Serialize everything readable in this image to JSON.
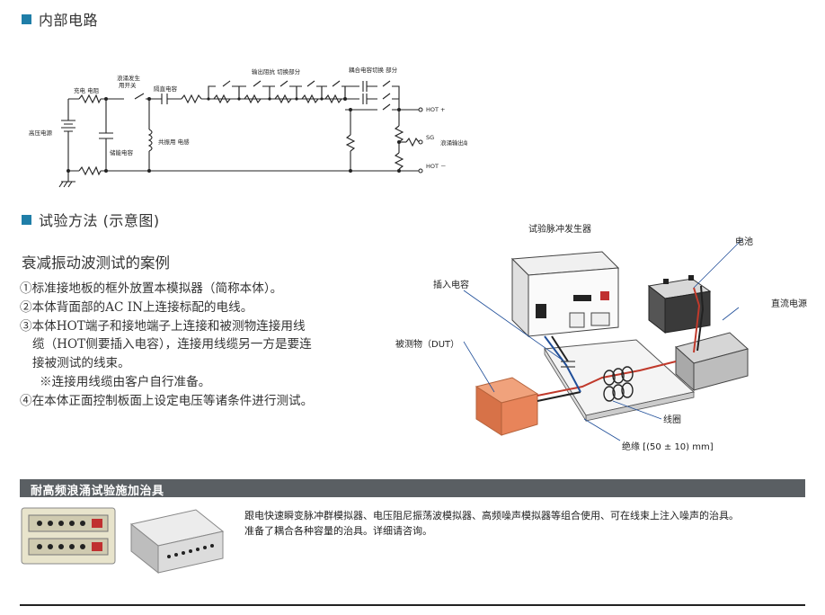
{
  "section1": {
    "title": "内部电路"
  },
  "circuit": {
    "hv_source": "高压电源",
    "charge_resistor": "充电 电阻",
    "surge_switch": "浪涌发生\n用开关",
    "blocking_cap": "隔直电容",
    "output_imp_switch": "输出阻抗 切换部分",
    "coupling_cap_switch": "耦合电容切换 部分",
    "storage_cap": "储能电容",
    "common_inductor": "共振用 电感",
    "hot_plus": "HOT +",
    "sg": "SG",
    "hot_minus": "HOT －",
    "output_terminal": "浪涌输出端"
  },
  "section2": {
    "title": "试验方法 (示意图)"
  },
  "case_title": "衰减振动波测试的案例",
  "steps": [
    "①标准接地板的框外放置本模拟器（简称本体）。",
    "②本体背面部的AC IN上连接标配的电线。",
    "③本体HOT端子和接地端子上连接和被测物连接用线",
    "缆（HOT侧要插入电容），连接用线缆另一方是要连",
    "接被测试的线束。",
    "※连接用线缆由客户自行准备。",
    "④在本体正面控制板面上设定电压等诸条件进行测试。"
  ],
  "diagram": {
    "generator": "试验脉冲发生器",
    "battery": "电池",
    "dc_supply": "直流电源",
    "insert_cap": "插入电容",
    "dut": "被测物（DUT）",
    "harness": "线圈",
    "insulation": "绝缘 [(50 ± 10) mm]"
  },
  "banner": {
    "title": "耐高频浪涌试验施加治具"
  },
  "fixture_text": [
    "跟电快速瞬变脉冲群模拟器、电压阻尼振荡波模拟器、高频噪声模拟器等组合使用、可在线束上注入噪声的治具。",
    "准备了耦合各种容量的治具。详细请咨询。"
  ],
  "colors": {
    "accent": "#1f7ea8",
    "banner": "#5a5f63",
    "dut": "#e8845a",
    "wire_red": "#c0392b"
  }
}
